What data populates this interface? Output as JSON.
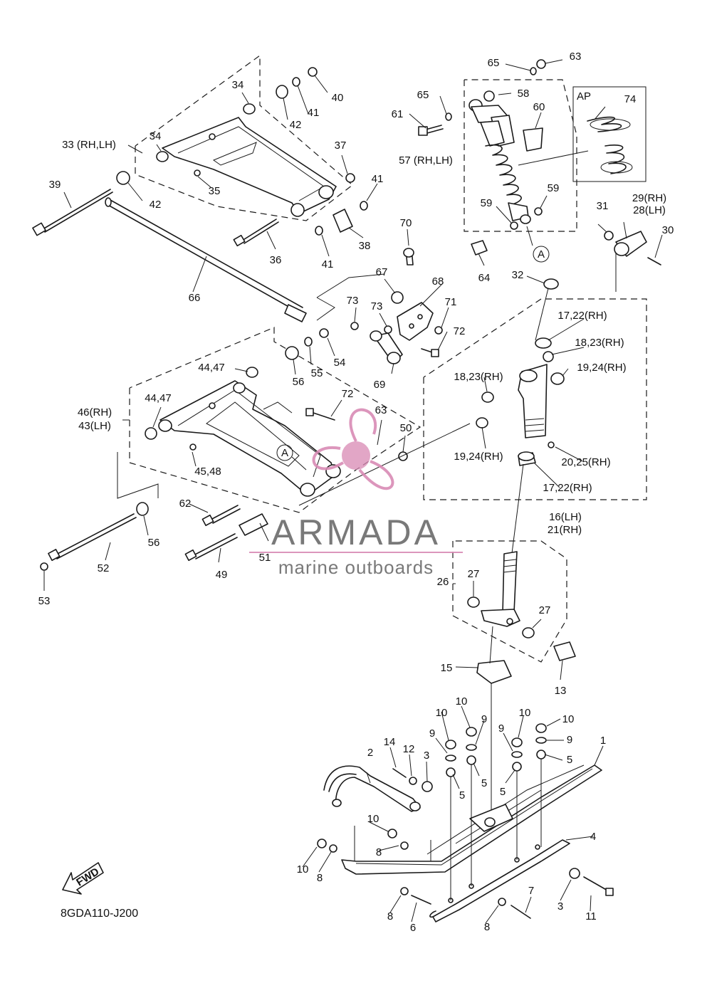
{
  "diagram": {
    "code": "8GDA110-J200",
    "fwd_label": "FWD",
    "ap_label": "AP",
    "ref_mark": "A"
  },
  "watermark": {
    "brand": "ARMADA",
    "tagline": "marine outboards",
    "accent_color": "#d98bb5",
    "text_color": "#6b6b6b"
  },
  "callouts": [
    "1",
    "2",
    "3",
    "3",
    "4",
    "5",
    "5",
    "5",
    "5",
    "6",
    "7",
    "8",
    "8",
    "8",
    "8",
    "9",
    "9",
    "9",
    "9",
    "10",
    "10",
    "10",
    "10",
    "10",
    "10",
    "11",
    "12",
    "13",
    "14",
    "15",
    "16(LH)",
    "21(RH)",
    "17,22(RH)",
    "17,22(RH)",
    "18,23(RH)",
    "18,23(RH)",
    "19,24(RH)",
    "19,24(RH)",
    "20,25(RH)",
    "26",
    "27",
    "27",
    "29(RH)",
    "28(LH)",
    "30",
    "31",
    "32",
    "33 (RH,LH)",
    "34",
    "34",
    "35",
    "36",
    "37",
    "38",
    "39",
    "40",
    "41",
    "41",
    "41",
    "42",
    "42",
    "44,47",
    "44,47",
    "46(RH)",
    "43(LH)",
    "45,48",
    "49",
    "50",
    "51",
    "52",
    "53",
    "54",
    "55",
    "56",
    "56",
    "57 (RH,LH)",
    "58",
    "59",
    "59",
    "60",
    "61",
    "62",
    "63",
    "63",
    "64",
    "65",
    "65",
    "66",
    "67",
    "68",
    "69",
    "70",
    "71",
    "72",
    "72",
    "73",
    "73",
    "74"
  ]
}
